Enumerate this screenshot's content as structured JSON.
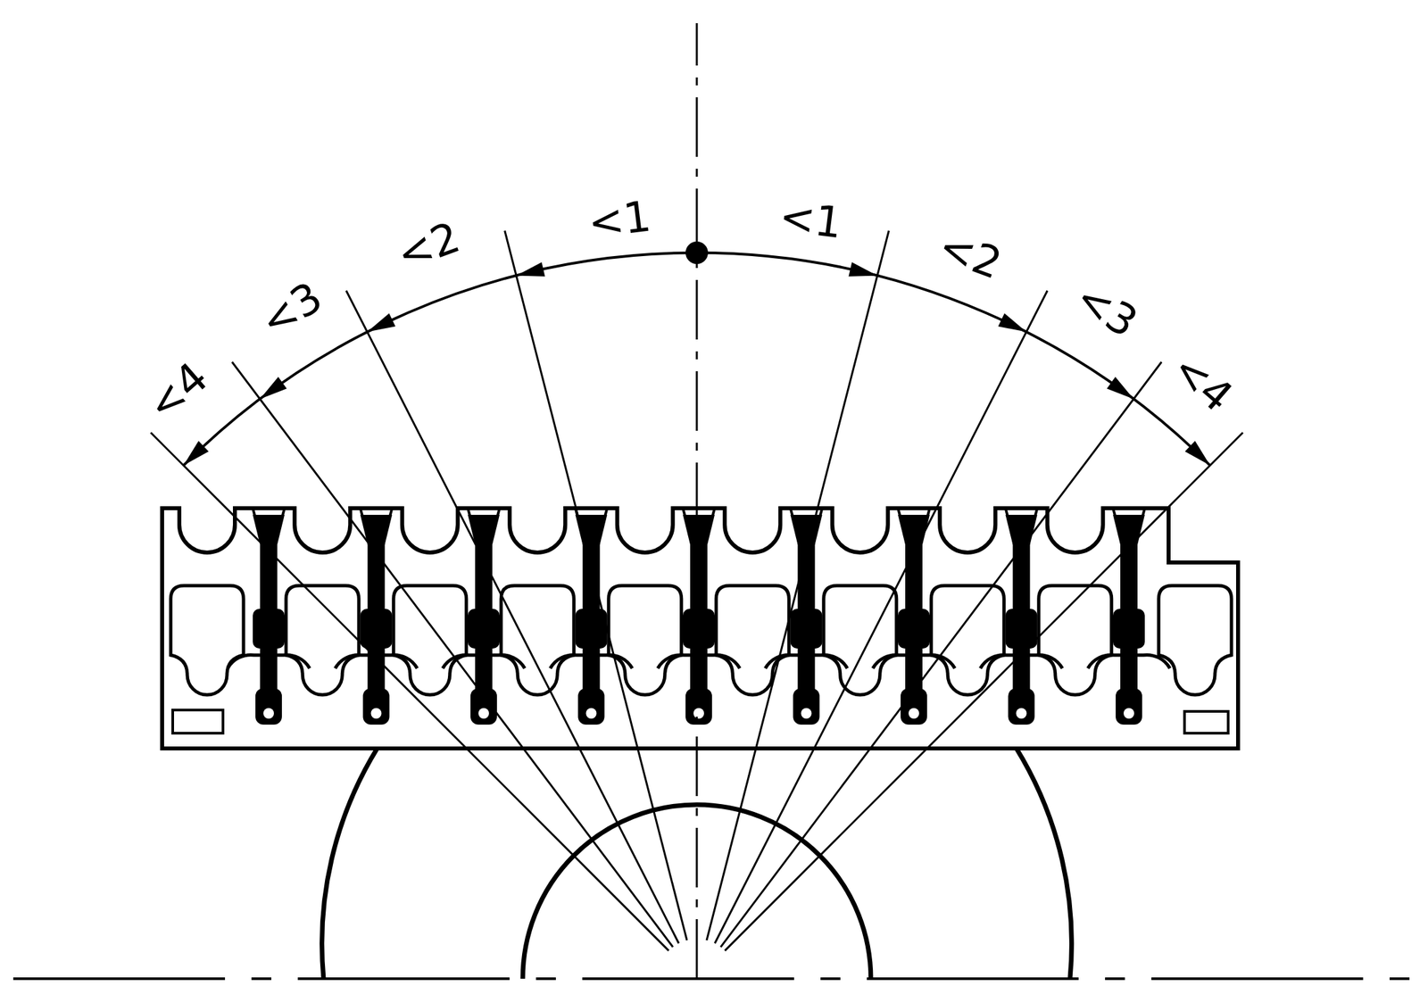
{
  "diagram": {
    "labels": [
      "<4",
      "<3",
      "<2",
      "<1",
      "<1",
      "<2",
      "<3",
      "<4"
    ]
  }
}
